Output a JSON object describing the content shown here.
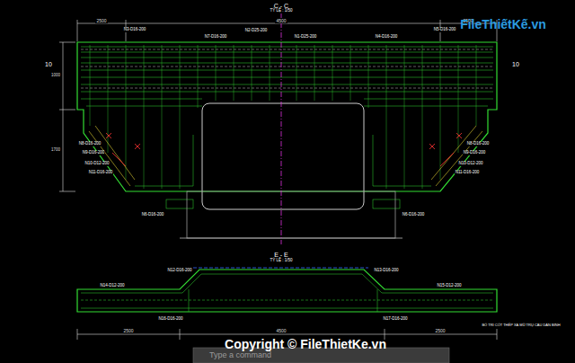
{
  "diagram": {
    "labels": [
      "C - C",
      "TỶ LỆ : 1/50",
      "2500",
      "4500",
      "2500",
      "N3-D16-200",
      "N7-D16-200",
      "N2-D25-200",
      "N1-D25-200",
      "N4-D16-200",
      "N5-D16-200",
      "10",
      "10",
      "1000",
      "1700",
      "N8-D16-200",
      "N9-D16-200",
      "N10-D12-200",
      "N11-D16-200",
      "N8-D16-200",
      "N9-D16-200",
      "N10-D12-200",
      "N11-D16-200",
      "N6-D16-200",
      "N6-D16-200",
      "E - E",
      "TỶ LỆ : 1/50",
      "N12-D16-200",
      "N13-D16-200",
      "N14-D12-200",
      "N15-D12-200",
      "N16-D16-200",
      "N17-D16-200",
      "2500",
      "4500",
      "2500",
      "BỐ TRÍ CỐT THÉP XÀ MŨ TRỤ CẦU DẪN BÌNH",
      "Copyright © FileThietKe.vn",
      "FileThiếtKế.vn",
      "Type a command"
    ]
  }
}
